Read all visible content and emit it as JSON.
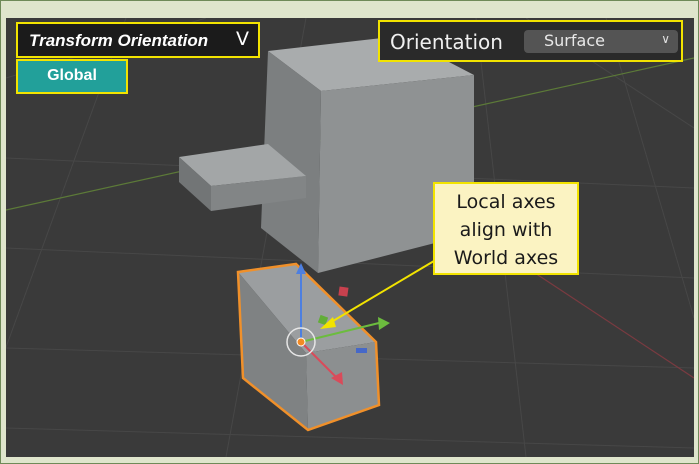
{
  "header": {
    "transform_orientation_label": "Transform Orientation",
    "transform_orientation_chevron": "V",
    "global_button_label": "Global"
  },
  "orientation": {
    "label": "Orientation",
    "selected_value": "Surface"
  },
  "callout": {
    "lines": [
      "Local axes",
      "align with",
      "World axes"
    ]
  },
  "colors": {
    "highlight_border": "#f2e300",
    "global_button_bg": "#22a09a",
    "callout_bg": "#fbf3c2",
    "selected_outline": "#f0902a",
    "axis_x": "#d94b5a",
    "axis_y": "#6cbc3e",
    "axis_z": "#4d7fe0"
  },
  "icons": {
    "gizmo_center": "origin-dot-icon",
    "pivot_ring": "pivot-circle-icon"
  }
}
